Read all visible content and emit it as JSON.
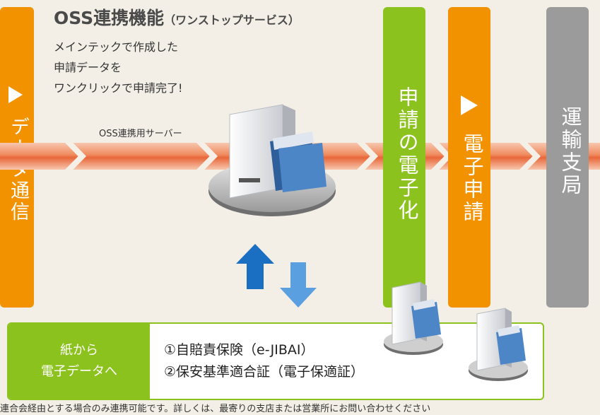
{
  "title": "OSS連携機能",
  "title_sub": "（ワンストップサービス）",
  "description": [
    "メインテックで作成した",
    "申請データを",
    "ワンクリックで申請完了!"
  ],
  "server_label": "OSS連携用サーバー",
  "columns": {
    "data_comm": {
      "text": "データ通信",
      "color": "#f39200"
    },
    "digitization": {
      "text": "申請の電子化",
      "color": "#8cc21e"
    },
    "e_application": {
      "text": "電子申請",
      "color": "#f39200"
    },
    "transport_bureau": {
      "text": "運輸支局",
      "color": "#9b9b9b"
    }
  },
  "conversion": {
    "label_line1": "紙から",
    "label_line2": "電子データへ",
    "items": [
      "①自賠責保険（e-JIBAI）",
      "②保安基準適合証（電子保適証）"
    ]
  },
  "footnote": "連合会経由とする場合のみ連携可能です。詳しくは、最寄りの支店または営業所にお問い合わせください"
}
